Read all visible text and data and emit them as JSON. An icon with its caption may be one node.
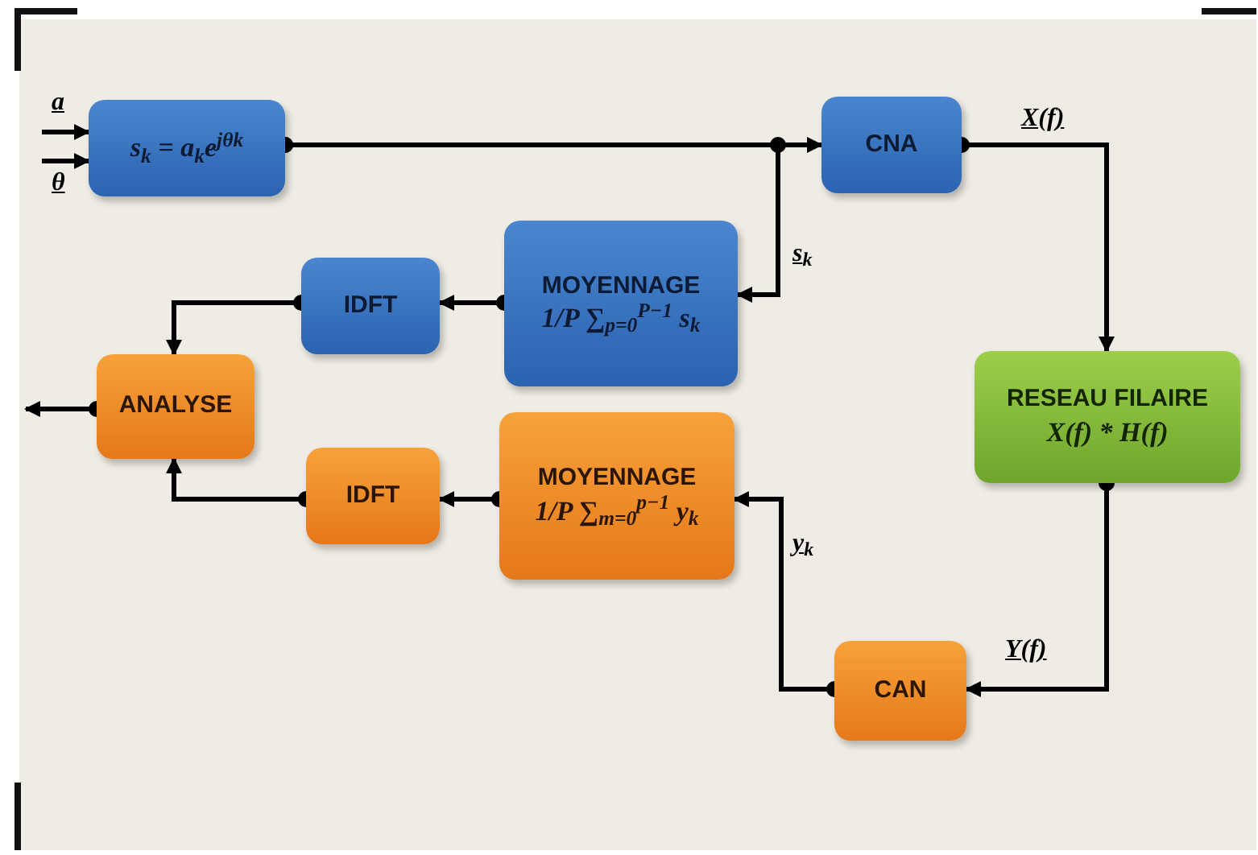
{
  "diagram": {
    "nodes": [
      {
        "text": [
          "s$_{k}$ = a$_{k}$e$^{jθk}$"
        ]
      },
      {
        "text": [
          "CNA"
        ]
      },
      {
        "text": [
          "MOYENNAGE",
          "1/P ∑$_{p=0}$$^{P−1}$ s$_{k}$"
        ]
      },
      {
        "text": [
          "IDFT"
        ]
      },
      {
        "text": [
          "ANALYSE"
        ]
      },
      {
        "text": [
          "RESEAU FILAIRE",
          "X(f) * H(f)"
        ]
      },
      {
        "text": [
          "IDFT"
        ]
      },
      {
        "text": [
          "MOYENNAGE",
          "1/P ∑$_{m=0}$$^{p−1}$ y$_{k}$"
        ]
      },
      {
        "text": [
          "CAN"
        ]
      }
    ],
    "edges": [
      {
        "from": null,
        "to": 0,
        "arrow": "to",
        "label": "a"
      },
      {
        "from": null,
        "to": 0,
        "arrow": "to",
        "label": "θ"
      },
      {
        "from": 0,
        "to": 1,
        "arrow": "to"
      },
      {
        "from": 0,
        "to": 2,
        "arrow": "to",
        "label": "s$_{k}$"
      },
      {
        "from": 1,
        "to": 5,
        "arrow": "to",
        "label": "X(f)"
      },
      {
        "from": 5,
        "to": 8,
        "arrow": "to",
        "label": "Y(f)"
      },
      {
        "from": 8,
        "to": 7,
        "arrow": "to",
        "label": "y$_{k}$"
      },
      {
        "from": 7,
        "to": 6,
        "arrow": "to"
      },
      {
        "from": 6,
        "to": 4,
        "arrow": "to"
      },
      {
        "from": 2,
        "to": 3,
        "arrow": "to"
      },
      {
        "from": 3,
        "to": 4,
        "arrow": "to"
      },
      {
        "from": 4,
        "to": null,
        "arrow": "to"
      }
    ]
  }
}
